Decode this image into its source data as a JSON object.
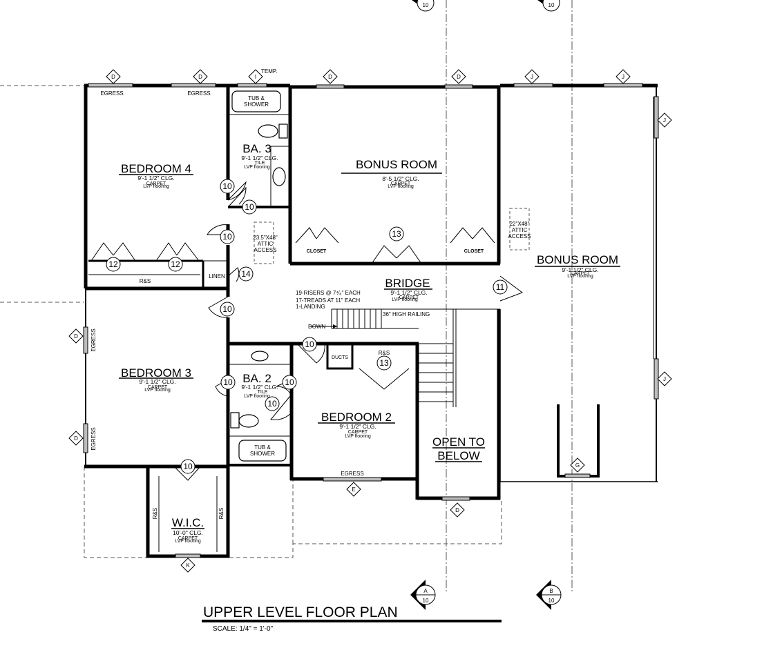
{
  "rooms": {
    "bedroom4": {
      "name": "BEDROOM 4",
      "ceiling": "9'-1 1/2\" CLG.",
      "finish1": "CARPET",
      "finish2": "LVP flooring"
    },
    "ba3": {
      "name": "BA. 3",
      "ceiling": "9'-1 1/2\" CLG.",
      "finish1": "TILE",
      "finish2": "LVP flooring"
    },
    "bonus1": {
      "name": "BONUS ROOM",
      "ceiling": "8'-5 1/2\" CLG.",
      "finish1": "CARPET",
      "finish2": "LVP flooring"
    },
    "bonus2": {
      "name": "BONUS ROOM",
      "ceiling": "9'-1 1/2\" CLG.",
      "finish1": "CARPET",
      "finish2": "LVP flooring"
    },
    "bridge": {
      "name": "BRIDGE",
      "ceiling": "9'-1 1/2\" CLG.",
      "finish1": "CARPET",
      "finish2": "LVP flooring"
    },
    "bedroom3": {
      "name": "BEDROOM 3",
      "ceiling": "9'-1 1/2\" CLG.",
      "finish1": "CARPET",
      "finish2": "LVP flooring"
    },
    "ba2": {
      "name": "BA. 2",
      "ceiling": "9'-1 1/2\" CLG.",
      "finish1": "TILE",
      "finish2": "LVP flooring"
    },
    "bedroom2": {
      "name": "BEDROOM 2",
      "ceiling": "9'-1 1/2\" CLG.",
      "finish1": "CARPET",
      "finish2": "LVP flooring"
    },
    "wic": {
      "name": "W.I.C.",
      "ceiling": "10'-0\" CLG.",
      "finish1": "CARPET",
      "finish2": "LVP flooring"
    },
    "open1": "OPEN TO",
    "open2": "BELOW"
  },
  "labels": {
    "egress": "EGRESS",
    "temp": "TEMP.",
    "tub1": "TUB &",
    "tub2": "SHOWER",
    "closet": "CLOSET",
    "rs": "R&S",
    "linen": "LINEN",
    "ducts": "DUCTS",
    "down": "DOWN",
    "railing": "36\" HIGH RAILING",
    "stair1": "19-RISERS @ 7⁴⁄₈\" EACH",
    "stair2": "17-TREADS AT 11\" EACH",
    "stair3": "1-LANDING",
    "attic1_1": "23.5\"X48\"",
    "attic1_2": "ATTIC",
    "attic1_3": "ACCESS",
    "attic2_1": "22\"X48\"",
    "attic2_2": "ATTIC",
    "attic2_3": "ACCESS"
  },
  "tags": {
    "d": "D",
    "i": "I",
    "j": "J",
    "e": "E",
    "k": "K",
    "g": "G"
  },
  "doors": {
    "d10": "10",
    "d11": "11",
    "d12": "12",
    "d13": "13",
    "d14": "14"
  },
  "sections": {
    "a": "A",
    "b": "B",
    "sheet": "10"
  },
  "title": {
    "main": "UPPER LEVEL FLOOR PLAN",
    "scale": "SCALE: 1/4\" = 1'-0\""
  },
  "colors": {
    "line": "#000000",
    "window": "#bdbdbd",
    "dashed": "#555555"
  }
}
